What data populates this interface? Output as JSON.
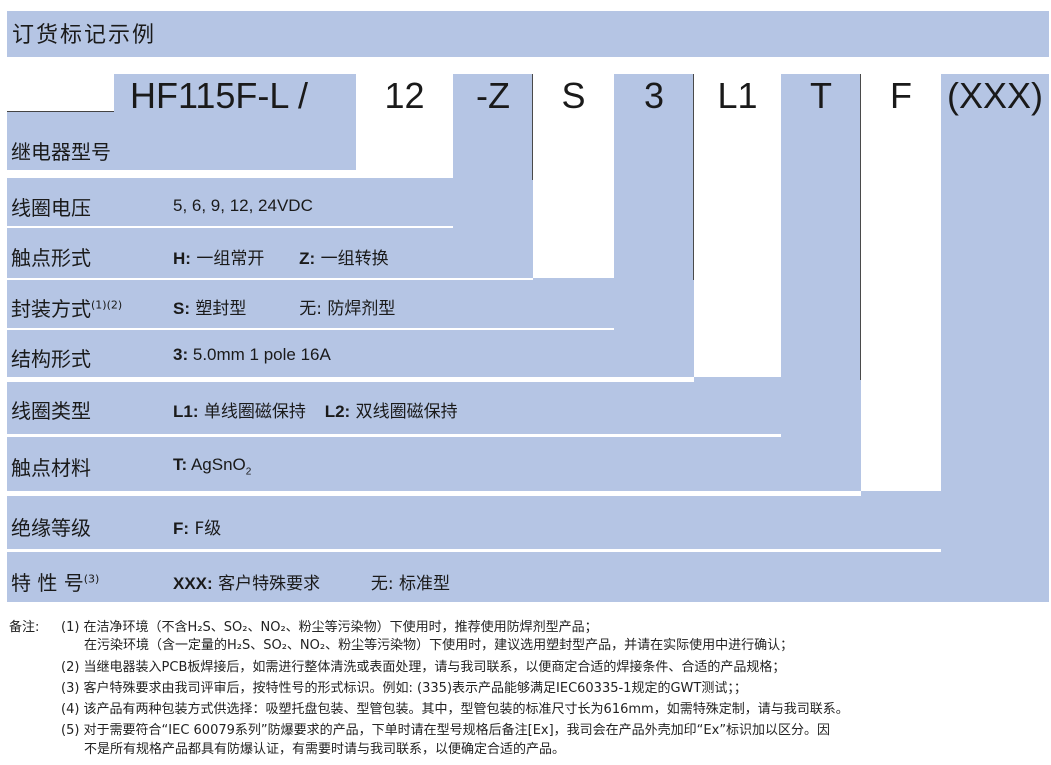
{
  "title": "订货标记示例",
  "code_parts": [
    "HF115F-L /",
    "12",
    "-Z",
    "S",
    "3",
    "L1",
    "T",
    "F",
    "(XXX)"
  ],
  "rows": [
    {
      "label": "继电器型号",
      "items": []
    },
    {
      "label": "线圈电压",
      "items": [
        {
          "key": "",
          "text": "5, 6, 9, 12, 24VDC"
        }
      ]
    },
    {
      "label": "触点形式",
      "items": [
        {
          "key": "H:",
          "text": "一组常开"
        },
        {
          "key": "Z:",
          "text": "一组转换"
        }
      ]
    },
    {
      "label": "封装方式",
      "label_sup": "(1)(2)",
      "items": [
        {
          "key": "S:",
          "text": "塑封型"
        },
        {
          "key": "无:",
          "text": "防焊剂型"
        }
      ]
    },
    {
      "label": "结构形式",
      "items": [
        {
          "key": "3:",
          "text": "5.0mm 1 pole  16A"
        }
      ]
    },
    {
      "label": "线圈类型",
      "items": [
        {
          "key": "L1:",
          "text": "单线圈磁保持"
        },
        {
          "key": "L2:",
          "text": "双线圈磁保持"
        }
      ]
    },
    {
      "label": "触点材料",
      "items": [
        {
          "key": "T:",
          "text": "AgSnO",
          "sub": "2"
        }
      ]
    },
    {
      "label": "绝缘等级",
      "items": [
        {
          "key": "F:",
          "text": "F级"
        }
      ]
    },
    {
      "label": "特 性 号",
      "label_sup": "(3)",
      "items": [
        {
          "key": "XXX:",
          "text": "客户特殊要求"
        },
        {
          "key": "无:",
          "text": "标准型"
        }
      ]
    }
  ],
  "notes": {
    "prefix": "备注:",
    "n1a": "(1) 在洁净环境（不含H₂S、SO₂、NO₂、粉尘等污染物）下使用时，推荐使用防焊剂型产品；",
    "n1b": "在污染环境（含一定量的H₂S、SO₂、NO₂、粉尘等污染物）下使用时，建议选用塑封型产品，并请在实际使用中进行确认；",
    "n2": "(2) 当继电器装入PCB板焊接后，如需进行整体清洗或表面处理，请与我司联系，以便商定合适的焊接条件、合适的产品规格；",
    "n3": "(3) 客户特殊要求由我司评审后，按特性号的形式标识。例如: (335)表示产品能够满足IEC60335-1规定的GWT测试；；",
    "n4": "(4) 该产品有两种包装方式供选择：吸塑托盘包装、型管包装。其中，型管包装的标准尺寸长为616mm，如需特殊定制，请与我司联系。",
    "n5a": "(5) 对于需要符合“IEC 60079系列”防爆要求的产品，下单时请在型号规格后备注[Ex]，我司会在产品外壳加印“Ex”标识加以区分。因",
    "n5b": "不是所有规格产品都具有防爆认证，有需要时请与我司联系，以便确定合适的产品。"
  }
}
